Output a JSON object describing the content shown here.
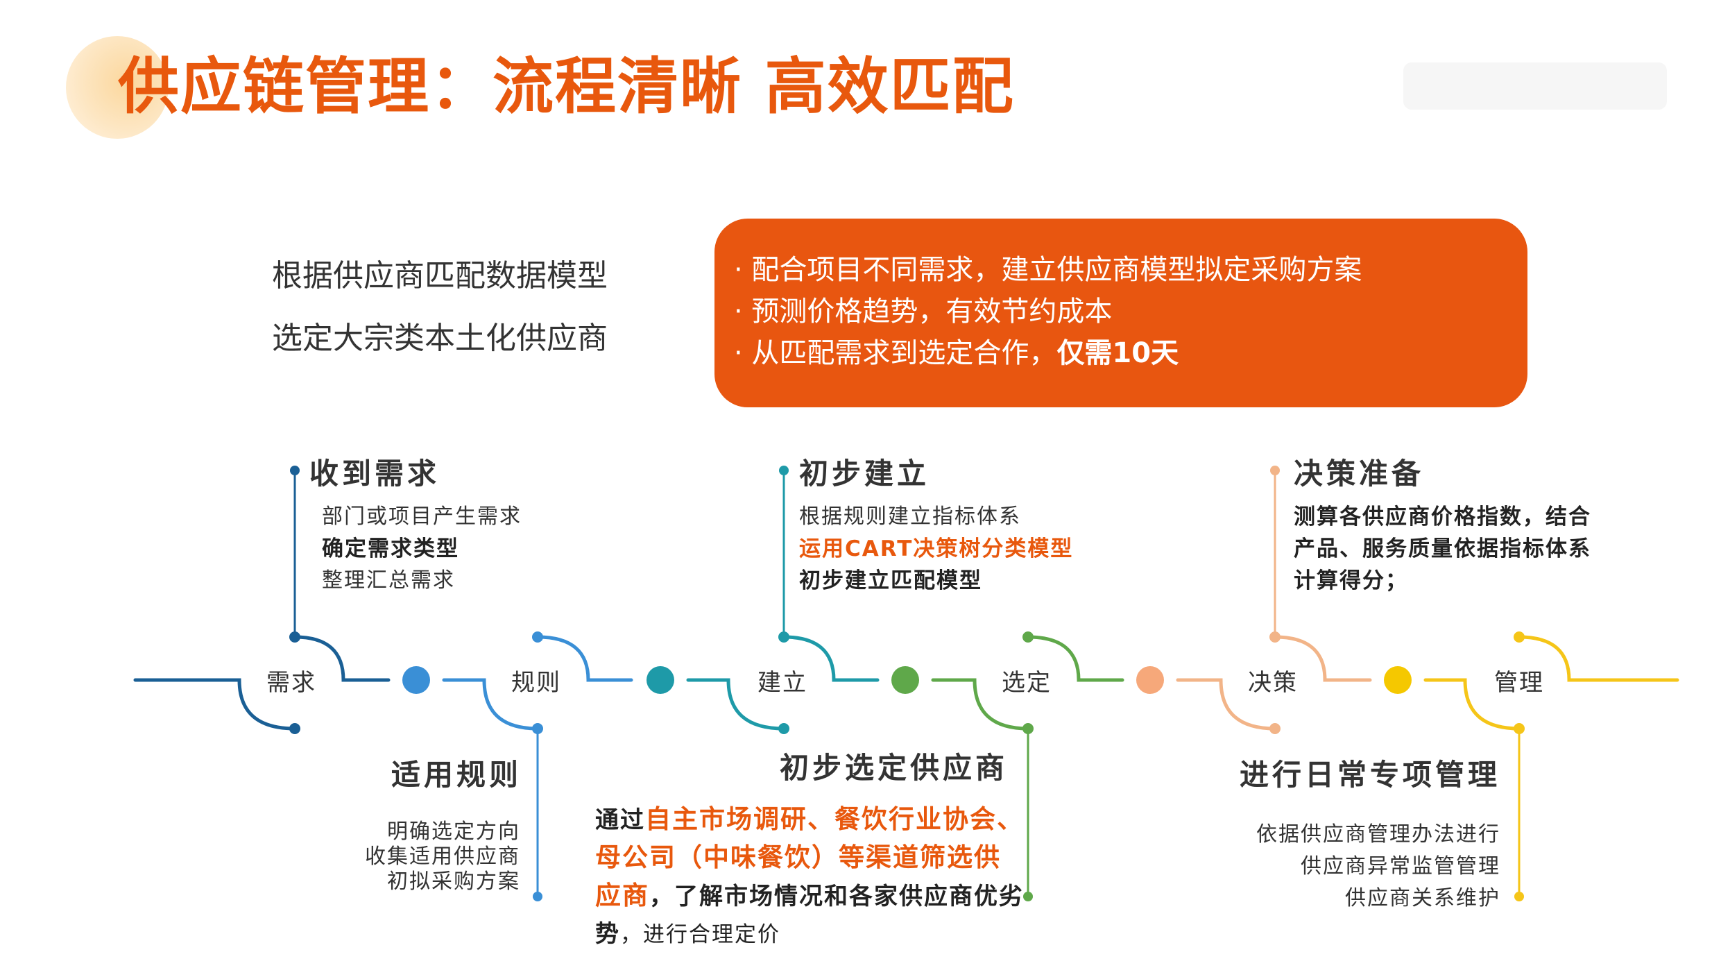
{
  "title": "供应链管理：流程清晰 高效匹配",
  "intro": [
    "根据供应商匹配数据模型",
    "选定大宗类本土化供应商"
  ],
  "highlight": {
    "line1": "· 配合项目不同需求，建立供应商模型拟定采购方案",
    "line2": "· 预测价格趋势，有效节约成本",
    "line3_prefix": "· 从匹配需求到选定合作，",
    "line3_bold": "仅需10天"
  },
  "stages": [
    "需求",
    "规则",
    "建立",
    "选定",
    "决策",
    "管理"
  ],
  "colors": {
    "title": "#e8580d",
    "highlight_bg": "#e85610",
    "segments": [
      "#1a5f95",
      "#3a8fd6",
      "#1e9aa8",
      "#5fa84a",
      "#f2b488",
      "#f5c518"
    ],
    "junction_dots": [
      "#3a8fd6",
      "#1e9aa8",
      "#5fa84a",
      "#f6a87a",
      "#f5c800"
    ]
  },
  "steps": {
    "receive": {
      "title": "收到需求",
      "lines": [
        "部门或项目产生需求",
        "确定需求类型",
        "整理汇总需求"
      ]
    },
    "rules": {
      "title": "适用规则",
      "lines": [
        "明确选定方向",
        "收集适用供应商",
        "初拟采购方案"
      ]
    },
    "build": {
      "title": "初步建立",
      "line1": "根据规则建立指标体系",
      "line2": "运用CART决策树分类模型",
      "line3": "初步建立匹配模型"
    },
    "select": {
      "title": "初步选定供应商",
      "p1": "通过",
      "o1": "自主市场调研、餐饮行业协会、",
      "o2": "母公司（中味餐饮）等渠道筛选供",
      "o3": "应商",
      "p2": "，了解市场情况和各家供应商优劣",
      "p3": "势",
      "p4": "，进行合理定价"
    },
    "decide": {
      "title": "决策准备",
      "lines": [
        "测算各供应商价格指数，结合",
        "产品、服务质量依据指标体系",
        "计算得分；"
      ]
    },
    "manage": {
      "title": "进行日常专项管理",
      "lines": [
        "依据供应商管理办法进行",
        "供应商异常监管管理",
        "供应商关系维护"
      ]
    }
  }
}
